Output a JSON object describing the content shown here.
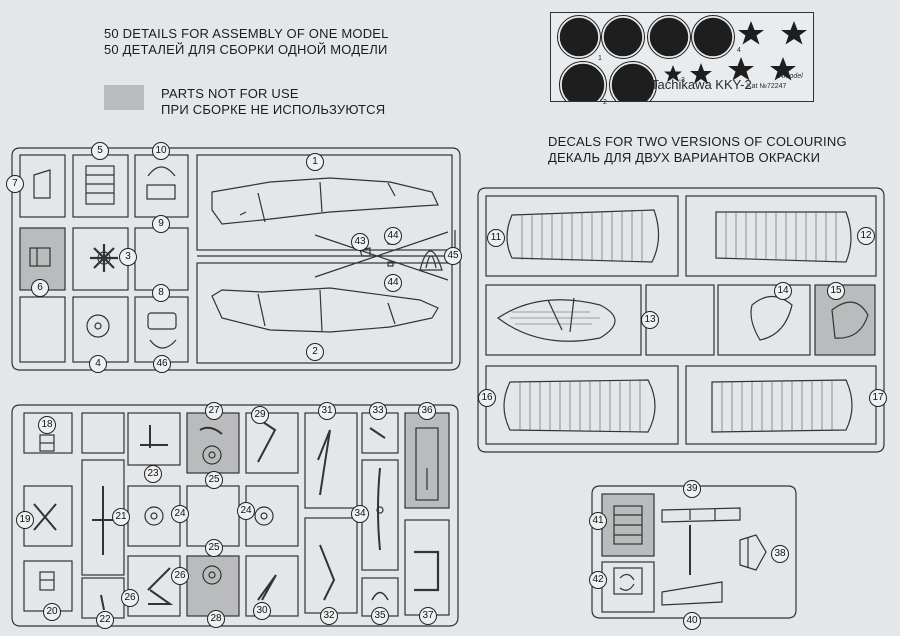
{
  "header": {
    "details_en": "50 DETAILS FOR ASSEMBLY OF ONE MODEL",
    "details_ru": "50 ДЕТАЛЕЙ ДЛЯ СБОРКИ ОДНОЙ МОДЕЛИ",
    "unused_en": "PARTS NOT FOR USE",
    "unused_ru": "ПРИ СБОРКЕ НЕ ИСПОЛЬЗУЮТСЯ",
    "decals_en": "DECALS FOR TWO VERSIONS OF COLOURING",
    "decals_ru": "ДЕКАЛЬ ДЛЯ ДВУХ ВАРИАНТОВ ОКРАСКИ"
  },
  "decal_sheet": {
    "title": "Tachikawa KKY-2",
    "catalog": "Kat №72247",
    "logo": "Amodel",
    "numbers": [
      "1",
      "2",
      "3",
      "4"
    ]
  },
  "colors": {
    "paper": "#e4e7ea",
    "line": "#333333",
    "unused_part": "#b9bbbd",
    "decal_dark": "#1e1e1e"
  },
  "part_labels": {
    "p1": "1",
    "p2": "2",
    "p3": "3",
    "p4": "4",
    "p5": "5",
    "p6": "6",
    "p7": "7",
    "p8": "8",
    "p9": "9",
    "p10": "10",
    "p11": "11",
    "p12": "12",
    "p13": "13",
    "p14": "14",
    "p15": "15",
    "p16": "16",
    "p17": "17",
    "p18": "18",
    "p19": "19",
    "p20": "20",
    "p21": "21",
    "p22": "22",
    "p23": "23",
    "p24a": "24",
    "p24b": "24",
    "p25a": "25",
    "p25b": "25",
    "p26a": "26",
    "p26b": "26",
    "p27": "27",
    "p28": "28",
    "p29": "29",
    "p30": "30",
    "p31": "31",
    "p32": "32",
    "p33": "33",
    "p34": "34",
    "p35": "35",
    "p36": "36",
    "p37": "37",
    "p38": "38",
    "p39": "39",
    "p40": "40",
    "p41": "41",
    "p42": "42",
    "p43": "43",
    "p44a": "44",
    "p44b": "44",
    "p45": "45",
    "p46": "46"
  }
}
